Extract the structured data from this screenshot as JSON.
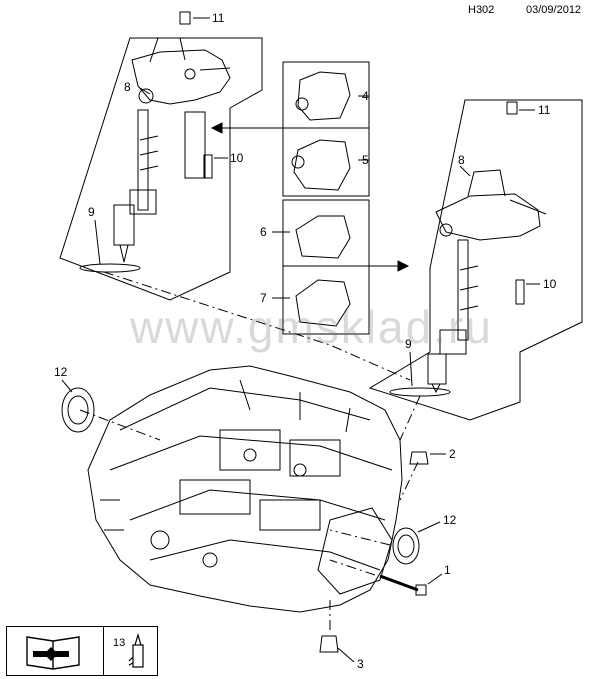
{
  "header": {
    "code": "H302",
    "date": "03/09/2012"
  },
  "watermark": "www.gmsklad.ru",
  "callouts": [
    {
      "id": "c11a",
      "label": "11"
    },
    {
      "id": "c8a",
      "label": "8"
    },
    {
      "id": "c10a",
      "label": "10"
    },
    {
      "id": "c9a",
      "label": "9"
    },
    {
      "id": "c4",
      "label": "4"
    },
    {
      "id": "c5",
      "label": "5"
    },
    {
      "id": "c6",
      "label": "6"
    },
    {
      "id": "c7",
      "label": "7"
    },
    {
      "id": "c11b",
      "label": "11"
    },
    {
      "id": "c8b",
      "label": "8"
    },
    {
      "id": "c10b",
      "label": "10"
    },
    {
      "id": "c9b",
      "label": "9"
    },
    {
      "id": "c12a",
      "label": "12"
    },
    {
      "id": "c2",
      "label": "2"
    },
    {
      "id": "c12b",
      "label": "12"
    },
    {
      "id": "c1",
      "label": "1"
    },
    {
      "id": "c3",
      "label": "3"
    }
  ],
  "legend_box": {
    "ref": "13",
    "book_icon": "manual-book-wrench-icon",
    "part_icon": "sealant-tube-icon"
  },
  "colors": {
    "line": "#000000",
    "watermark": "#9a9a9a"
  }
}
